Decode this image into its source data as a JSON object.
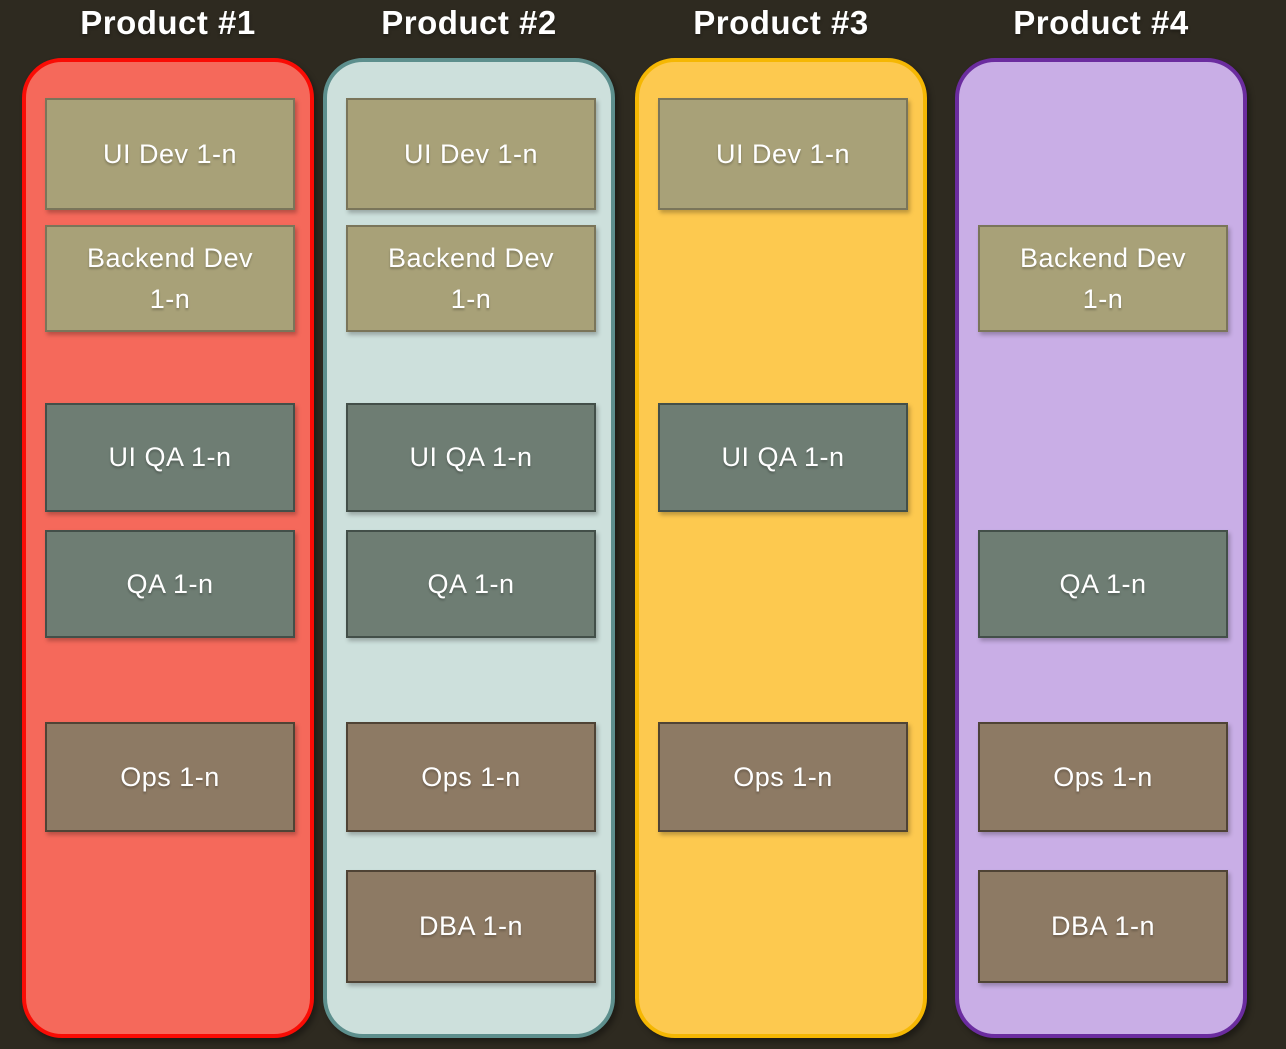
{
  "canvas": {
    "background": "#2e2a20"
  },
  "box_types": {
    "dev": {
      "fill": "#a8a178",
      "border": "#7a755a"
    },
    "qa": {
      "fill": "#6e7d73",
      "border": "#434f49"
    },
    "ops": {
      "fill": "#8d7a64",
      "border": "#4f4335"
    }
  },
  "products": [
    {
      "title": "Product #1",
      "fill": "#f5695b",
      "border": "#f90c05",
      "boxes": [
        {
          "label": "UI Dev 1-n",
          "type": "dev",
          "slot": 0
        },
        {
          "label": "Backend Dev 1-n",
          "type": "dev",
          "slot": 1
        },
        {
          "label": "UI QA 1-n",
          "type": "qa",
          "slot": 2
        },
        {
          "label": "QA 1-n",
          "type": "qa",
          "slot": 3
        },
        {
          "label": "Ops 1-n",
          "type": "ops",
          "slot": 4
        }
      ]
    },
    {
      "title": "Product #2",
      "fill": "#cde0dc",
      "border": "#5d8f8d",
      "boxes": [
        {
          "label": "UI Dev 1-n",
          "type": "dev",
          "slot": 0
        },
        {
          "label": "Backend Dev 1-n",
          "type": "dev",
          "slot": 1
        },
        {
          "label": "UI QA 1-n",
          "type": "qa",
          "slot": 2
        },
        {
          "label": "QA 1-n",
          "type": "qa",
          "slot": 3
        },
        {
          "label": "Ops 1-n",
          "type": "ops",
          "slot": 4
        },
        {
          "label": "DBA 1-n",
          "type": "ops",
          "slot": 5
        }
      ]
    },
    {
      "title": "Product #3",
      "fill": "#fdc94f",
      "border": "#f5b703",
      "boxes": [
        {
          "label": "UI Dev 1-n",
          "type": "dev",
          "slot": 0
        },
        {
          "label": "UI QA 1-n",
          "type": "qa",
          "slot": 2
        },
        {
          "label": "Ops 1-n",
          "type": "ops",
          "slot": 4
        }
      ]
    },
    {
      "title": "Product #4",
      "fill": "#c9aee6",
      "border": "#6b2c9f",
      "boxes": [
        {
          "label": "Backend Dev 1-n",
          "type": "dev",
          "slot": 1
        },
        {
          "label": "QA 1-n",
          "type": "qa",
          "slot": 3
        },
        {
          "label": "Ops 1-n",
          "type": "ops",
          "slot": 4
        },
        {
          "label": "DBA 1-n",
          "type": "ops",
          "slot": 5
        }
      ]
    }
  ]
}
